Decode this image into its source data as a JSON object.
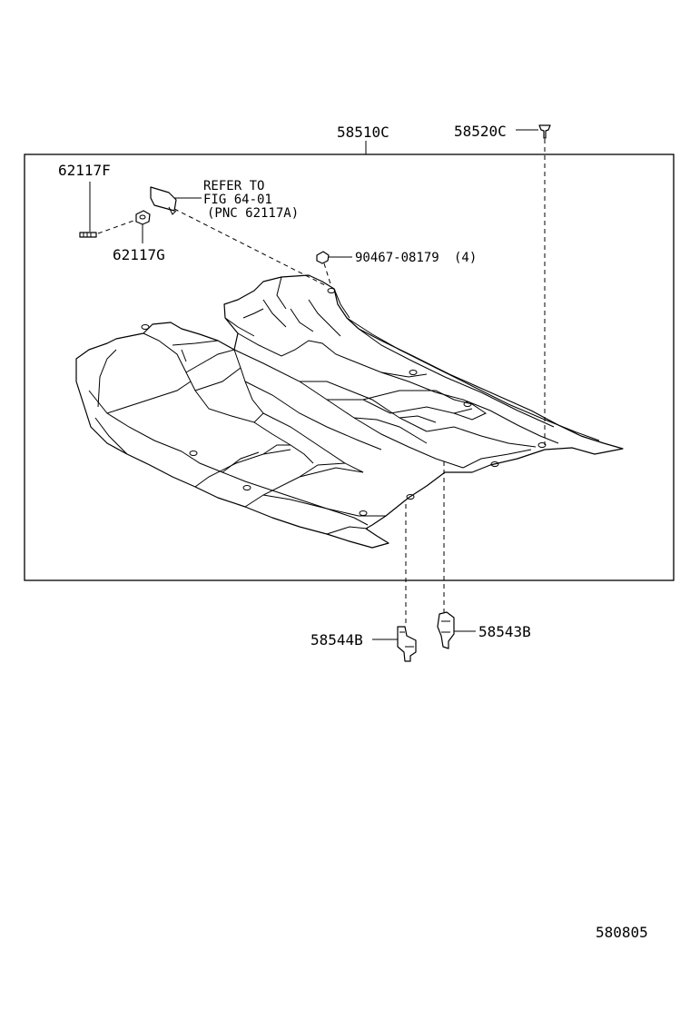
{
  "callouts": {
    "main_part": "58510C",
    "clip_top": "58520C",
    "pin_left": "62117F",
    "retainer_left": "62117G",
    "refer_line1": "REFER TO",
    "refer_line2": "FIG 64-01",
    "refer_line3": "(PNC 62117A)",
    "clip_bolt": "90467-08179",
    "clip_bolt_qty": "(4)",
    "bracket_left": "58544B",
    "bracket_right": "58543B"
  },
  "diagram_code": "580805"
}
